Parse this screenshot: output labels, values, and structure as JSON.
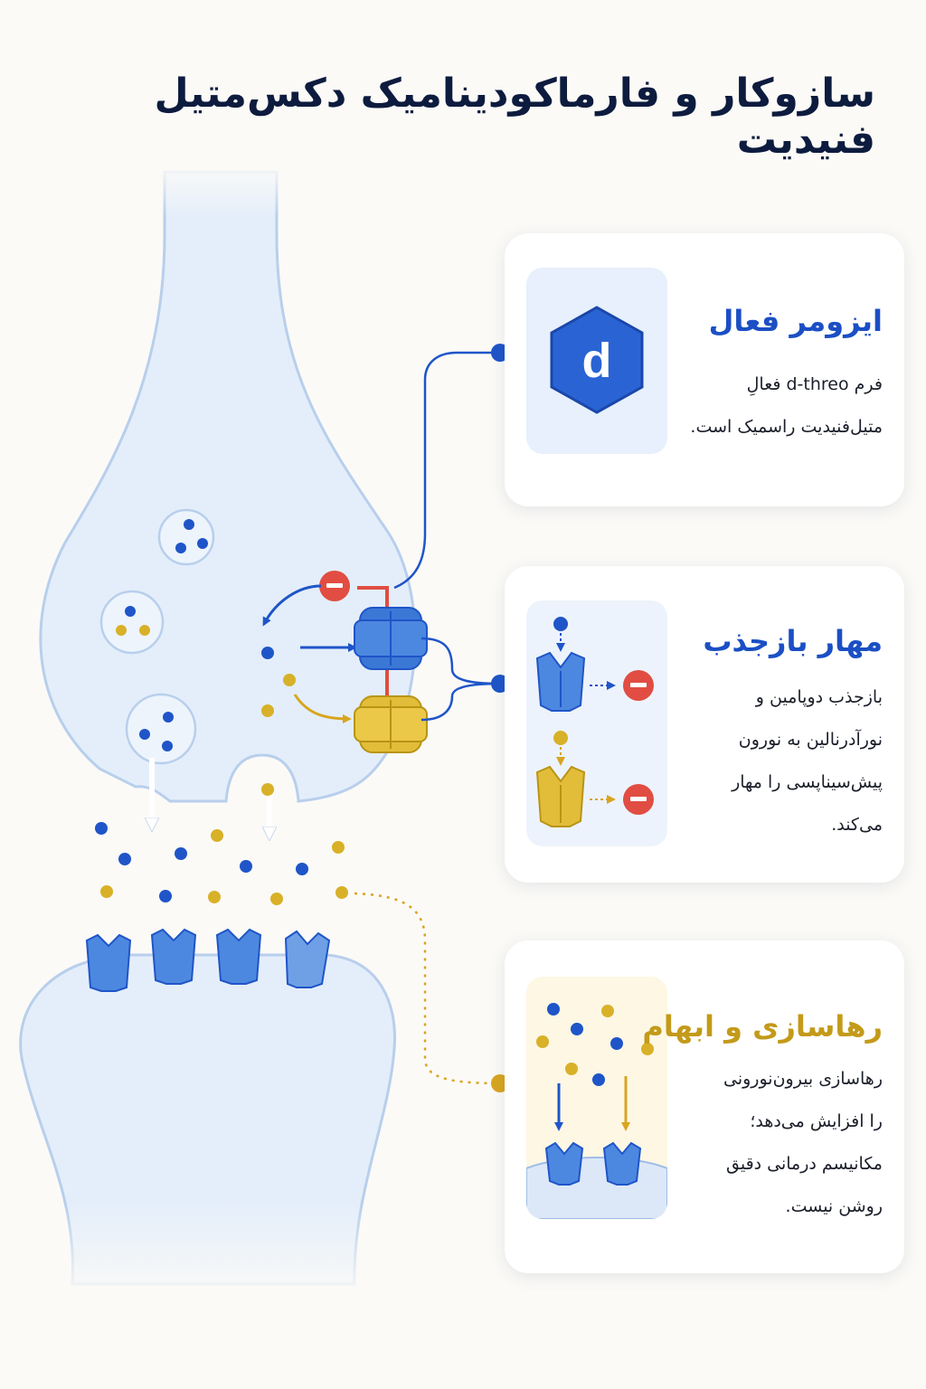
{
  "title": "سازوکار و فارماکودینامیک دکس‌متیل فنیدیت",
  "colors": {
    "blue": "#1f55c8",
    "yellow": "#d8b128",
    "red": "#e14d42",
    "neuron": "#e4eefa"
  },
  "cards": [
    {
      "heading": "ایزومر فعال",
      "heading_color": "#1b4fc4",
      "badge": "d",
      "lines": [
        "فرم d-threo فعالِ",
        "متیل‌فنیدیت راسمیک است."
      ]
    },
    {
      "heading": "مهار بازجذب",
      "heading_color": "#1b4fc4",
      "lines": [
        "بازجذب دوپامین و",
        "نورآدرنالین به نورون",
        "پیش‌سیناپسی را مهار",
        "می‌کند."
      ]
    },
    {
      "heading": "رهاسازی و ابهام",
      "heading_color": "#c39a1a",
      "lines": [
        "رهاسازی بیرون‌نورونی",
        "را افزایش می‌دهد؛",
        "مکانیسم درمانی دقیق",
        "روشن نیست."
      ]
    }
  ],
  "icons": {
    "inhibit": "minus-circle-icon",
    "transporter_blue": "dopamine-transporter-icon",
    "transporter_yellow": "norepinephrine-transporter-icon",
    "receptor": "receptor-icon",
    "isomer": "hexagon-d-icon"
  }
}
